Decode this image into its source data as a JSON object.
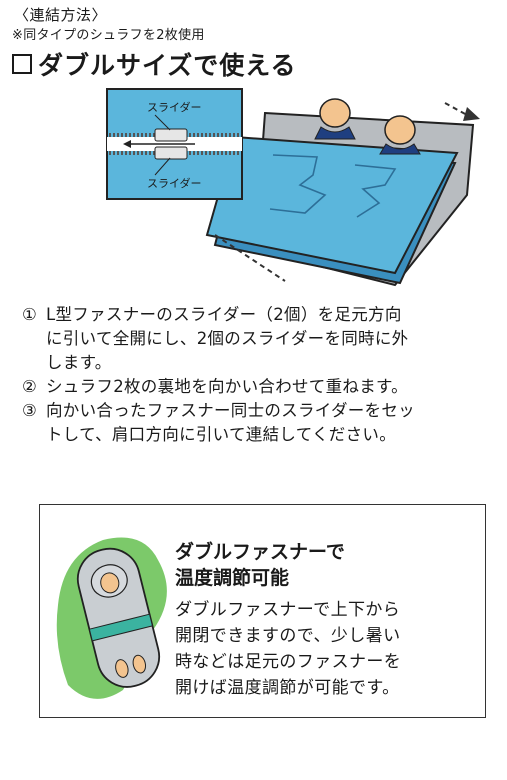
{
  "section_label": "〈連結方法〉",
  "note": "※同タイプのシュラフを2枚使用",
  "heading": "ダブルサイズで使える",
  "illustration": {
    "slider_top": "スライダー",
    "slider_bottom": "スライダー"
  },
  "steps": [
    {
      "num": "①",
      "lines": [
        "L型ファスナーのスライダー（2個）を足元方向",
        "に引いて全開にし、2個のスライダーを同時に外",
        "します。"
      ]
    },
    {
      "num": "②",
      "lines": [
        "シュラフ2枚の裏地を向かい合わせて重ねます。"
      ]
    },
    {
      "num": "③",
      "lines": [
        "向かい合ったファスナー同士のスライダーをセッ",
        "トして、肩口方向に引いて連結してください。"
      ]
    }
  ],
  "feature": {
    "title_lines": [
      "ダブルファスナーで",
      "温度調節可能"
    ],
    "body_lines": [
      "ダブルファスナーで上下から",
      "開閉できますので、少し暑い",
      "時などは足元のファスナーを",
      "開けば温度調節が可能です。"
    ]
  },
  "colors": {
    "sleeping_bag_blue": "#5bb6dc",
    "sleeping_bag_dark": "#3a8fbf",
    "panel_gray": "#b8bcc0",
    "skin": "#f3c48f",
    "card_green": "#7cc96a"
  }
}
